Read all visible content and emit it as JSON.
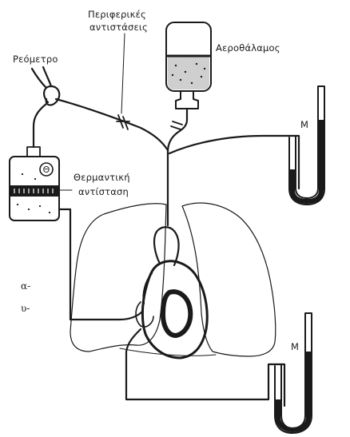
{
  "labels": {
    "flowmeter": "Ρεόμετρο",
    "peripheral_resistances_line1": "Περιφερικές",
    "peripheral_resistances_line2": "αντιστάσεις",
    "air_chamber": "Αεροθάλαμος",
    "thermal_resistance_line1": "Θερμαντική",
    "thermal_resistance_line2": "αντίσταση",
    "manometer_top": "Μ",
    "manometer_bottom": "Μ",
    "heater_symbol": "Θ",
    "margin_text_1": "α-",
    "margin_text_2": "υ-"
  },
  "icons": {
    "reservoir": "heated-reservoir-icon",
    "air_chamber": "air-chamber-bottle-icon",
    "manometer": "u-tube-manometer-icon",
    "heart": "heart-icon",
    "lungs": "lungs-outline-icon",
    "clamp": "clamp-icon"
  }
}
